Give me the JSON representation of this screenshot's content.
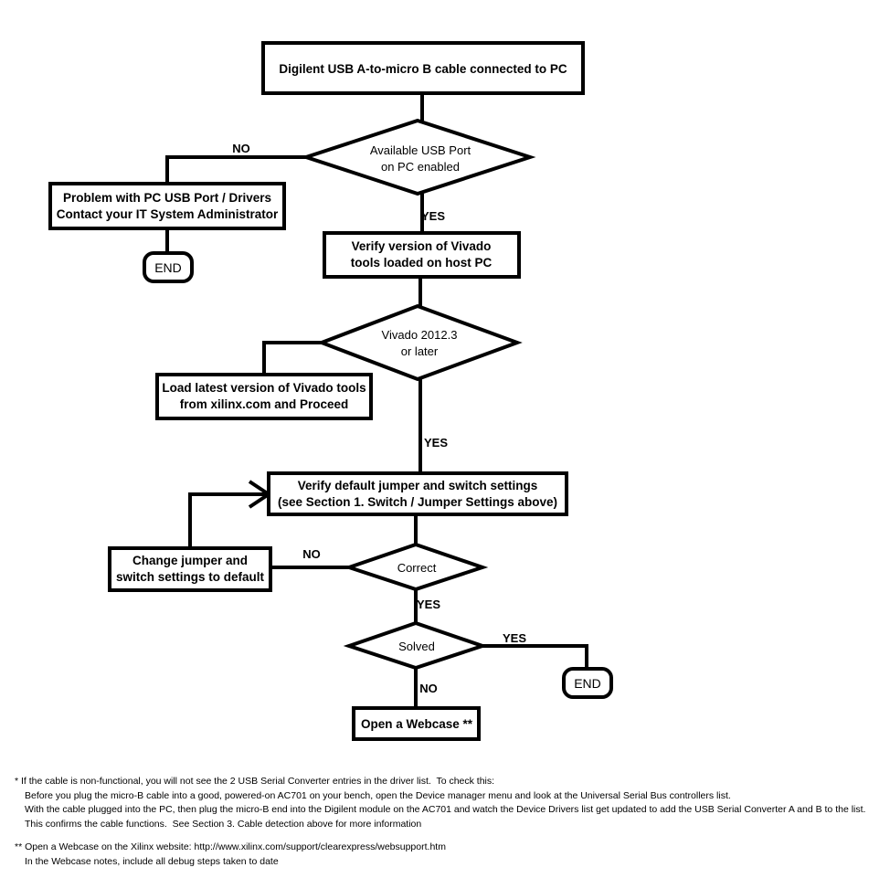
{
  "diagram": {
    "title": "AC701 USB cable / Vivado troubleshooting flowchart",
    "nodes": {
      "start_box": {
        "text_lines": [
          "Digilent USB A-to-micro B cable connected to PC"
        ]
      },
      "usb_port_decision": {
        "text_lines": [
          "Available USB Port",
          "on PC enabled"
        ]
      },
      "problem_box": {
        "text_lines": [
          "Problem with PC USB Port / Drivers",
          "Contact your IT System Administrator"
        ]
      },
      "end_1": {
        "text_lines": [
          "END"
        ]
      },
      "verify_vivado_box": {
        "text_lines": [
          "Verify version of Vivado",
          "tools loaded on host PC"
        ]
      },
      "vivado_version_decision": {
        "text_lines": [
          "Vivado 2012.3",
          "or later"
        ]
      },
      "load_latest_box": {
        "text_lines": [
          "Load latest version of Vivado tools",
          "from xilinx.com and Proceed"
        ]
      },
      "verify_jumper_box": {
        "text_lines": [
          "Verify default jumper and switch settings",
          "(see Section 1. Switch / Jumper Settings above)"
        ]
      },
      "correct_decision": {
        "text_lines": [
          "Correct"
        ]
      },
      "change_jumper_box": {
        "text_lines": [
          "Change jumper and",
          "switch settings to default"
        ]
      },
      "solved_decision": {
        "text_lines": [
          "Solved"
        ]
      },
      "end_2": {
        "text_lines": [
          "END"
        ]
      },
      "webcase_box": {
        "text_lines": [
          "Open a Webcase **"
        ]
      }
    },
    "edge_labels": {
      "usb_no": "NO",
      "usb_yes": "YES",
      "vivado_yes": "YES",
      "correct_no": "NO",
      "correct_yes": "YES",
      "solved_yes": "YES",
      "solved_no": "NO"
    },
    "colors": {
      "stroke": "#000000",
      "fill": "#ffffff",
      "text": "#000000"
    }
  },
  "footnotes": [
    {
      "marker": "*",
      "lines": [
        "* If the cable is non-functional, you will not see the 2 USB Serial Converter entries in the driver list.  To check this:",
        "Before you plug the micro-B cable into a good, powered-on AC701 on your bench, open the Device manager menu and look at the Universal Serial Bus controllers list.",
        "With the cable plugged into the PC, then plug the micro-B end into the Digilent module on the AC701 and watch the Device Drivers list get updated to add the USB Serial Converter A and B to the list.",
        "This confirms the cable functions.  See Section 3. Cable detection above for more information"
      ]
    },
    {
      "marker": "**",
      "lines": [
        "** Open a Webcase on the Xilinx website: http://www.xilinx.com/support/clearexpress/websupport.htm",
        "In the Webcase notes, include all debug steps taken to date"
      ]
    }
  ]
}
